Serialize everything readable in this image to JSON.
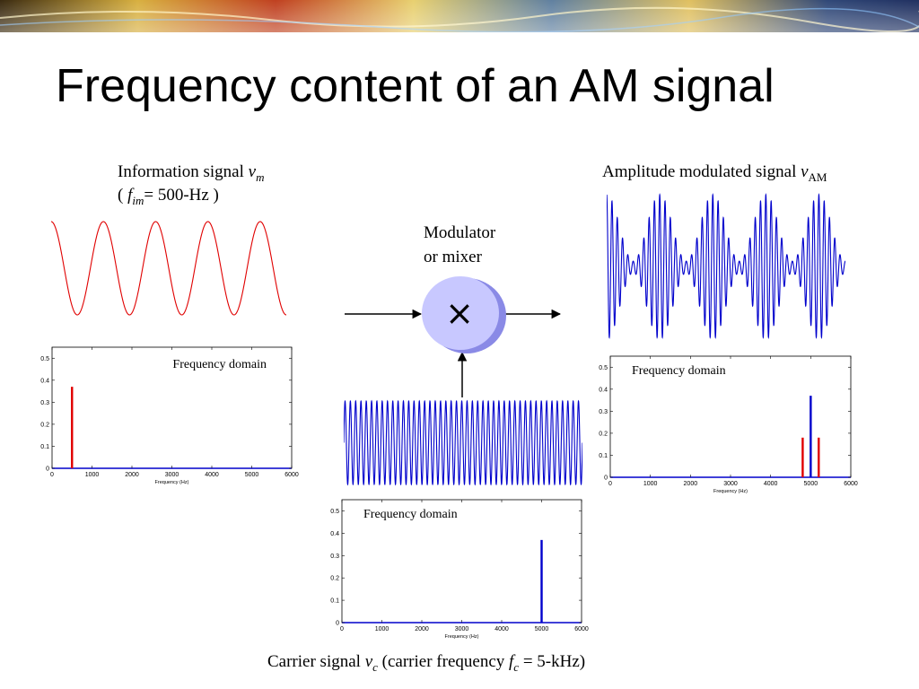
{
  "slide": {
    "title": "Frequency content of an AM signal"
  },
  "labels": {
    "info_prefix": "Information signal ",
    "info_var": "v",
    "info_sub": "m",
    "info_freq_open": "( ",
    "info_freq_var": "f",
    "info_freq_sub": "im",
    "info_freq_value": "= 500-Hz )",
    "am_prefix": "Amplitude modulated signal ",
    "am_var": "v",
    "am_sub": "AM",
    "modulator_line1": "Modulator",
    "modulator_line2": "or mixer",
    "mixer_symbol": "×",
    "carrier_prefix": "Carrier signal ",
    "carrier_var": "v",
    "carrier_sub": "c",
    "carrier_mid": " (carrier frequency ",
    "carrier_freq_var": "f",
    "carrier_freq_sub": "c",
    "carrier_freq_value": " = 5-kHz)"
  },
  "colors": {
    "info_wave": "#e00000",
    "carrier_wave": "#0000cc",
    "am_wave": "#0000cc",
    "mixer_fill": "#c8c8ff",
    "mixer_shadow": "#8a8ae6"
  },
  "chart_data": [
    {
      "id": "info-spectrum",
      "type": "bar",
      "title": "Frequency domain",
      "xlabel": "Frequency (Hz)",
      "xlim": [
        0,
        6000
      ],
      "ylim": [
        0,
        0.55
      ],
      "xticks": [
        "0",
        "1000",
        "2000",
        "3000",
        "4000",
        "5000",
        "6000"
      ],
      "yticks": [
        "0",
        "0.1",
        "0.2",
        "0.3",
        "0.4",
        "0.5"
      ],
      "lines": [
        {
          "x": 500,
          "y": 0.37,
          "color": "#e00000"
        }
      ]
    },
    {
      "id": "carrier-spectrum",
      "type": "bar",
      "title": "Frequency domain",
      "xlabel": "Frequency (Hz)",
      "xlim": [
        0,
        6000
      ],
      "ylim": [
        0,
        0.55
      ],
      "xticks": [
        "0",
        "1000",
        "2000",
        "3000",
        "4000",
        "5000",
        "6000"
      ],
      "yticks": [
        "0",
        "0.1",
        "0.2",
        "0.3",
        "0.4",
        "0.5"
      ],
      "lines": [
        {
          "x": 5000,
          "y": 0.37,
          "color": "#0000cc"
        }
      ]
    },
    {
      "id": "am-spectrum",
      "type": "bar",
      "title": "Frequency domain",
      "xlabel": "Frequency (Hz)",
      "xlim": [
        0,
        6000
      ],
      "ylim": [
        0,
        0.55
      ],
      "xticks": [
        "0",
        "1000",
        "2000",
        "3000",
        "4000",
        "5000",
        "6000"
      ],
      "yticks": [
        "0",
        "0.1",
        "0.2",
        "0.3",
        "0.4",
        "0.5"
      ],
      "lines": [
        {
          "x": 4800,
          "y": 0.18,
          "color": "#e00000"
        },
        {
          "x": 5000,
          "y": 0.37,
          "color": "#0000cc"
        },
        {
          "x": 5200,
          "y": 0.18,
          "color": "#e00000"
        }
      ]
    }
  ]
}
